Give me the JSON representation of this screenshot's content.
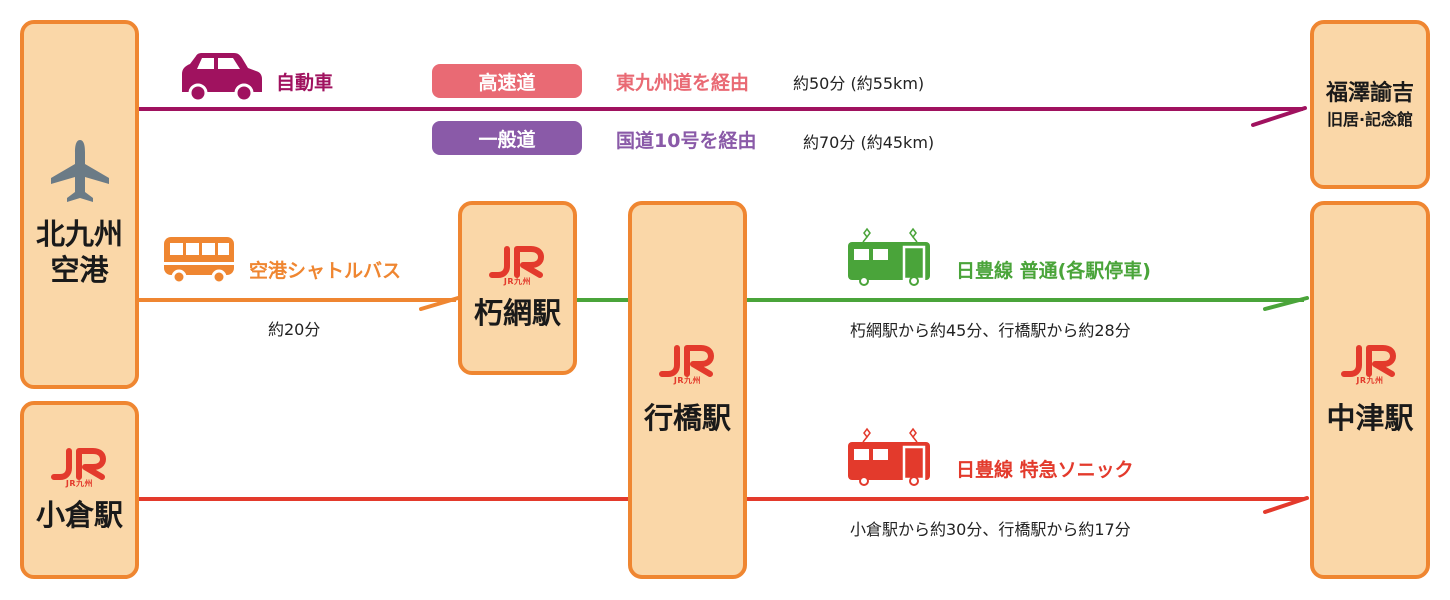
{
  "stations": {
    "kitakyushu_airport": {
      "name_line1": "北九州",
      "name_line2": "空港"
    },
    "kokura": {
      "name": "小倉駅"
    },
    "kutsuami": {
      "name": "朽網駅"
    },
    "yukuhashi": {
      "name": "行橋駅"
    },
    "fukuzawa": {
      "name_line1": "福澤諭吉",
      "name_line2": "旧居·記念館"
    },
    "nakatsu": {
      "name": "中津駅"
    }
  },
  "jr_logo": {
    "mark": "JR",
    "sub": "JR九州"
  },
  "car_route": {
    "label": "自動車",
    "expressway": {
      "pill": "高速道",
      "via": "東九州道を経由",
      "time": "約50分 (約55km)"
    },
    "general_road": {
      "pill": "一般道",
      "via": "国道10号を経由",
      "time": "約70分 (約45km)"
    }
  },
  "bus_route": {
    "label": "空港シャトルバス",
    "time": "約20分"
  },
  "local_train": {
    "label": "日豊線 普通(各駅停車)",
    "time": "朽網駅から約45分、行橋駅から約28分"
  },
  "express_train": {
    "label": "日豊線 特急ソニック",
    "time": "小倉駅から約30分、行橋駅から約17分"
  },
  "colors": {
    "car": "#a0125f",
    "expressway_pill": "#e96a74",
    "general_pill": "#8a5aa8",
    "bus": "#ef8631",
    "local_train": "#4aa43a",
    "express_train": "#e33a2c",
    "box_fill": "#fad7a8",
    "box_border": "#ef8631",
    "plane_icon": "#6b7b86"
  },
  "icons": [
    "airplane-icon",
    "car-icon",
    "bus-icon",
    "local-train-icon",
    "express-train-icon",
    "jr-kyushu-logo"
  ]
}
